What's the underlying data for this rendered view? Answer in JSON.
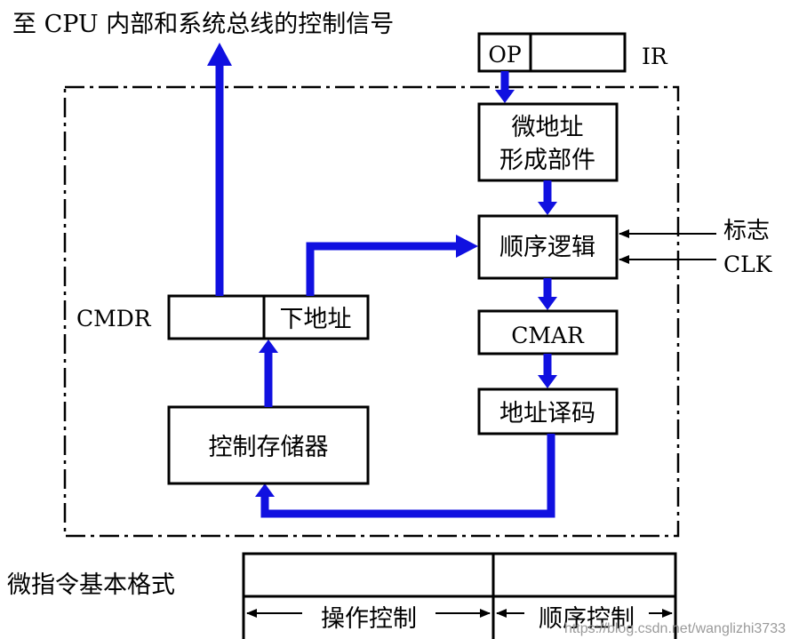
{
  "top_note": "至 CPU 内部和系统总线的控制信号",
  "ir": {
    "op": "OP",
    "name": "IR"
  },
  "micro_addr_unit": {
    "line1": "微地址",
    "line2": "形成部件"
  },
  "sequence_logic": "顺序逻辑",
  "inputs": {
    "flag": "标志",
    "clk": "CLK"
  },
  "cmar": "CMAR",
  "addr_decode": "地址译码",
  "control_store": "控制存储器",
  "cmdr": {
    "name": "CMDR",
    "next_addr": "下地址"
  },
  "format": {
    "title": "微指令基本格式",
    "op_control": "操作控制",
    "seq_control": "顺序控制"
  },
  "watermark": "https://blog.csdn.net/wanglizhi3733",
  "colors": {
    "bus": "#1010e0",
    "line": "#000000"
  }
}
